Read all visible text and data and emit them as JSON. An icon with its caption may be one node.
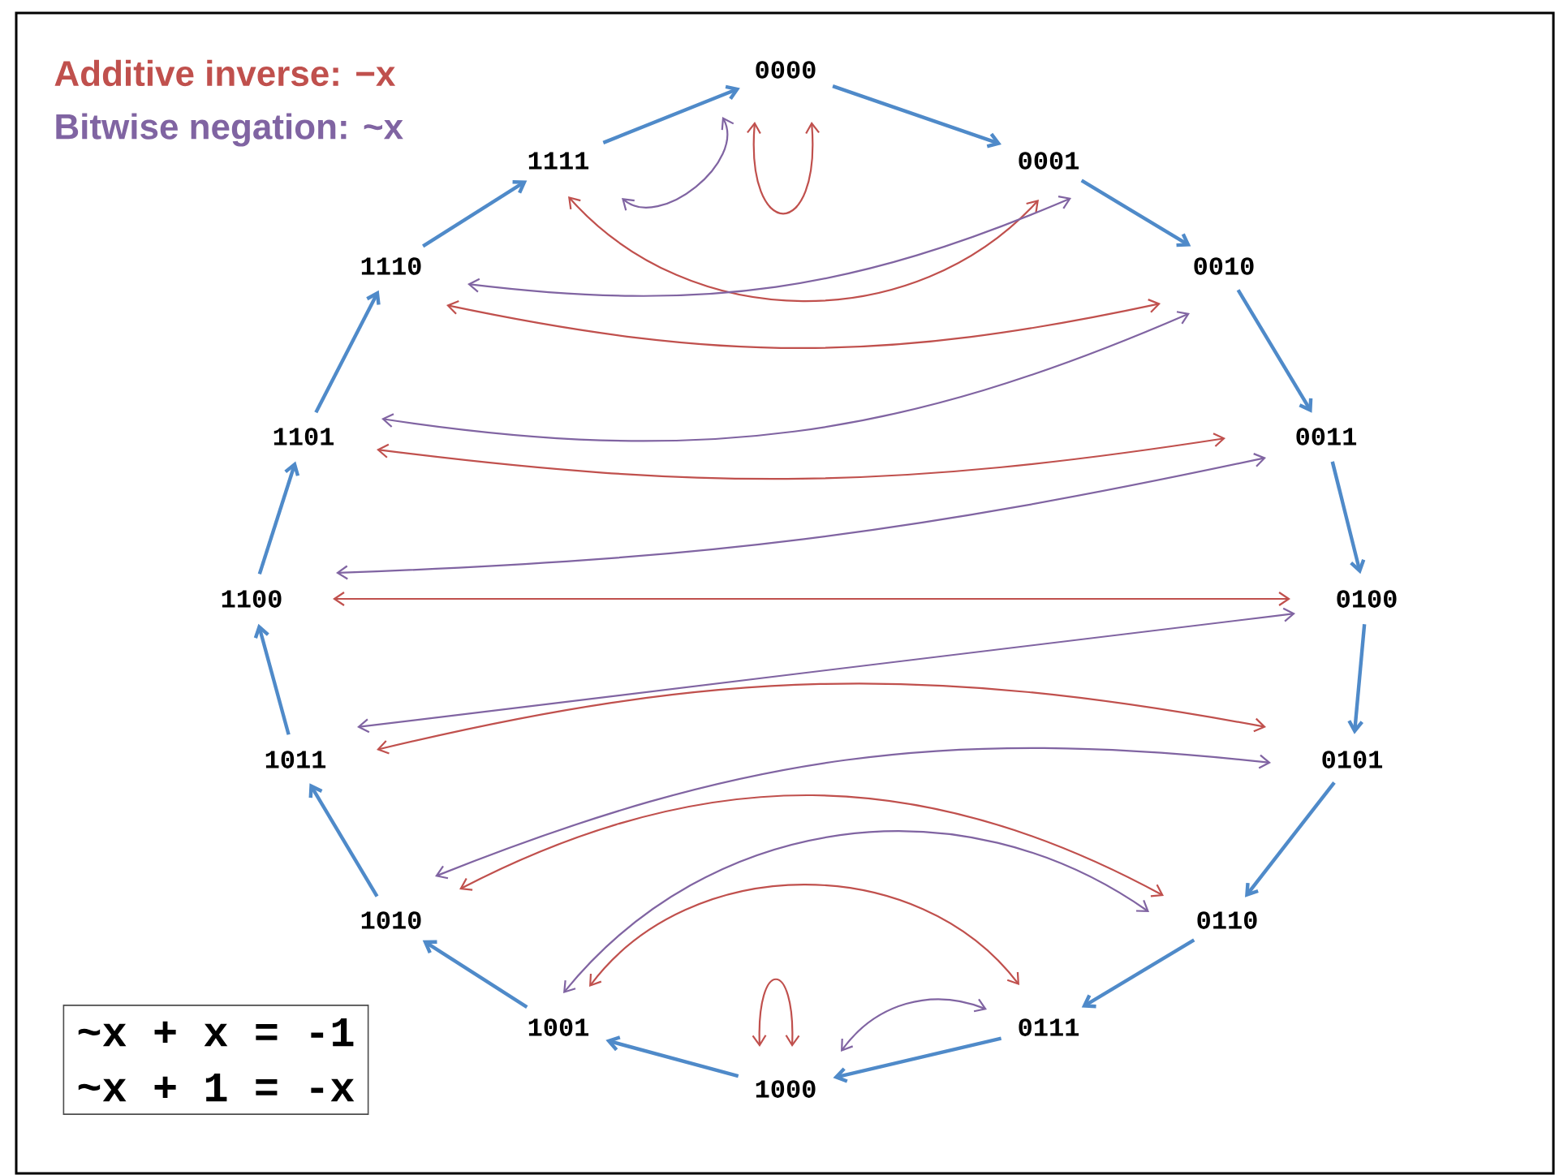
{
  "diagram": {
    "nodes": [
      {
        "text": [
          "0000"
        ]
      },
      {
        "text": [
          "0001"
        ]
      },
      {
        "text": [
          "0010"
        ]
      },
      {
        "text": [
          "0011"
        ]
      },
      {
        "text": [
          "0100"
        ]
      },
      {
        "text": [
          "0101"
        ]
      },
      {
        "text": [
          "0110"
        ]
      },
      {
        "text": [
          "0111"
        ]
      },
      {
        "text": [
          "1000"
        ]
      },
      {
        "text": [
          "1001"
        ]
      },
      {
        "text": [
          "1010"
        ]
      },
      {
        "text": [
          "1011"
        ]
      },
      {
        "text": [
          "1100"
        ]
      },
      {
        "text": [
          "1101"
        ]
      },
      {
        "text": [
          "1110"
        ]
      },
      {
        "text": [
          "1111"
        ]
      },
      {
        "text": [
          "~x + x = -1",
          "~x + 1 = -x"
        ]
      }
    ],
    "edges": [
      {
        "from": 0,
        "to": 1,
        "arrow": "to"
      },
      {
        "from": 1,
        "to": 2,
        "arrow": "to"
      },
      {
        "from": 2,
        "to": 3,
        "arrow": "to"
      },
      {
        "from": 3,
        "to": 4,
        "arrow": "to"
      },
      {
        "from": 4,
        "to": 5,
        "arrow": "to"
      },
      {
        "from": 5,
        "to": 6,
        "arrow": "to"
      },
      {
        "from": 6,
        "to": 7,
        "arrow": "to"
      },
      {
        "from": 7,
        "to": 8,
        "arrow": "to"
      },
      {
        "from": 8,
        "to": 9,
        "arrow": "to"
      },
      {
        "from": 9,
        "to": 10,
        "arrow": "to"
      },
      {
        "from": 10,
        "to": 11,
        "arrow": "to"
      },
      {
        "from": 11,
        "to": 12,
        "arrow": "to"
      },
      {
        "from": 12,
        "to": 13,
        "arrow": "to"
      },
      {
        "from": 13,
        "to": 14,
        "arrow": "to"
      },
      {
        "from": 14,
        "to": 15,
        "arrow": "to"
      },
      {
        "from": 15,
        "to": 0,
        "arrow": "to"
      },
      {
        "from": 0,
        "to": 0,
        "arrow": "both",
        "color": "#c0504d"
      },
      {
        "from": 1,
        "to": 15,
        "arrow": "both",
        "color": "#c0504d"
      },
      {
        "from": 2,
        "to": 14,
        "arrow": "both",
        "color": "#c0504d"
      },
      {
        "from": 3,
        "to": 13,
        "arrow": "both",
        "color": "#c0504d"
      },
      {
        "from": 4,
        "to": 12,
        "arrow": "both",
        "color": "#c0504d"
      },
      {
        "from": 5,
        "to": 11,
        "arrow": "both",
        "color": "#c0504d"
      },
      {
        "from": 6,
        "to": 10,
        "arrow": "both",
        "color": "#c0504d"
      },
      {
        "from": 7,
        "to": 9,
        "arrow": "both",
        "color": "#c0504d"
      },
      {
        "from": 8,
        "to": 8,
        "arrow": "both",
        "color": "#c0504d"
      },
      {
        "from": 0,
        "to": 15,
        "arrow": "both",
        "color": "#8064a2"
      },
      {
        "from": 1,
        "to": 14,
        "arrow": "both",
        "color": "#8064a2"
      },
      {
        "from": 2,
        "to": 13,
        "arrow": "both",
        "color": "#8064a2"
      },
      {
        "from": 3,
        "to": 12,
        "arrow": "both",
        "color": "#8064a2"
      },
      {
        "from": 4,
        "to": 11,
        "arrow": "both",
        "color": "#8064a2"
      },
      {
        "from": 5,
        "to": 10,
        "arrow": "both",
        "color": "#8064a2"
      },
      {
        "from": 6,
        "to": 9,
        "arrow": "both",
        "color": "#8064a2"
      },
      {
        "from": 7,
        "to": 8,
        "arrow": "both",
        "color": "#8064a2"
      }
    ],
    "labels": [
      "Additive inverse: −x",
      "Bitwise negation: ~x"
    ]
  }
}
